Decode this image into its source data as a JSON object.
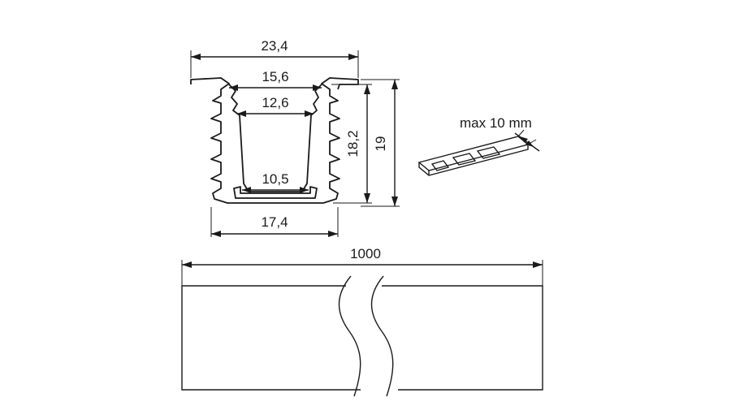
{
  "drawing": {
    "profile_dimensions": {
      "top_width": "23,4",
      "inner_top_width": "15,6",
      "inner_mid_width": "12,6",
      "inner_bottom_width": "10,5",
      "bottom_width": "17,4",
      "inner_depth": "18,2",
      "total_height": "19"
    },
    "led_strip": {
      "max_width_label": "max 10 mm"
    },
    "profile_length": "1000"
  }
}
